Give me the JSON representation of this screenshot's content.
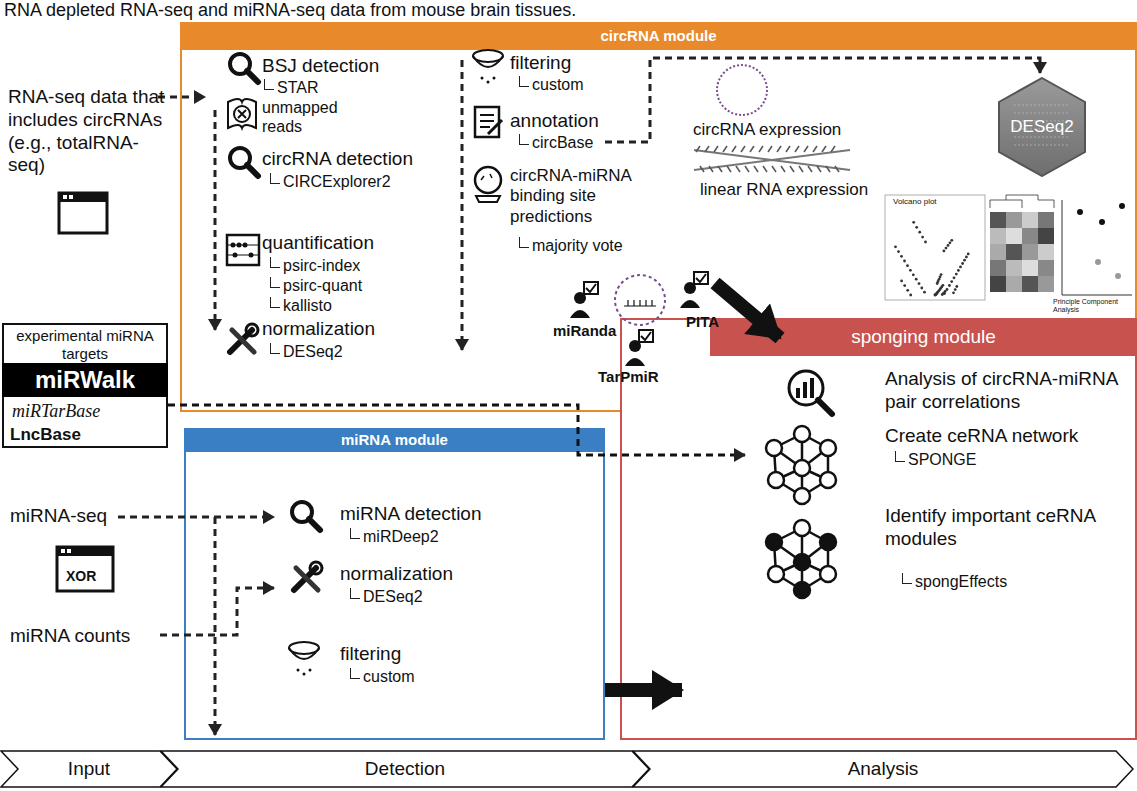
{
  "diagram": {
    "nodes": [
      {
        "text": [
          "circRNA module"
        ]
      },
      {
        "text": [
          "DESeq2"
        ],
        "in": 0
      },
      {
        "text": [
          "experimental miRNA targets"
        ]
      },
      {
        "text": [
          "miRNA module"
        ]
      },
      {
        "text": [
          "sponging module"
        ]
      },
      {
        "text": [
          "Input"
        ]
      },
      {
        "text": [
          "Detection"
        ]
      },
      {
        "text": [
          "Analysis"
        ]
      }
    ],
    "edges": [
      {
        "from": 0,
        "to": 4,
        "arrow": "to"
      },
      {
        "from": 3,
        "to": 4,
        "arrow": "to"
      },
      {
        "from": 2,
        "to": 4,
        "arrow": "to"
      }
    ],
    "labels": [
      "RNA depleted RNA-seq and miRNA-seq data from mouse brain tissues.",
      "RNA-seq data that includes circRNAs (e.g., totalRNA-seq)",
      "BSJ detection",
      "STAR",
      "unmapped reads",
      "circRNA detection",
      "CIRCExplorer2",
      "quantification",
      "psirc-index",
      "psirc-quant",
      "kallisto",
      "normalization",
      "DESeq2",
      "filtering",
      "custom",
      "annotation",
      "circBase",
      "circRNA-miRNA binding site predictions",
      "majority vote",
      "miRanda",
      "PITA",
      "TarPmiR",
      "circRNA expression",
      "linear RNA expression",
      "Volcano plot",
      "Principle Component Analysis",
      "miRWalk",
      "miRTarBase",
      "LncBase",
      "miRNA-seq",
      "XOR",
      "miRNA counts",
      "miRNA detection",
      "miRDeep2",
      "normalization",
      "DESeq2",
      "filtering",
      "custom",
      "Analysis of circRNA-miRNA pair correlations",
      "Create ceRNA network",
      "SPONGE",
      "Identify important ceRNA modules",
      "spongEffects"
    ]
  }
}
